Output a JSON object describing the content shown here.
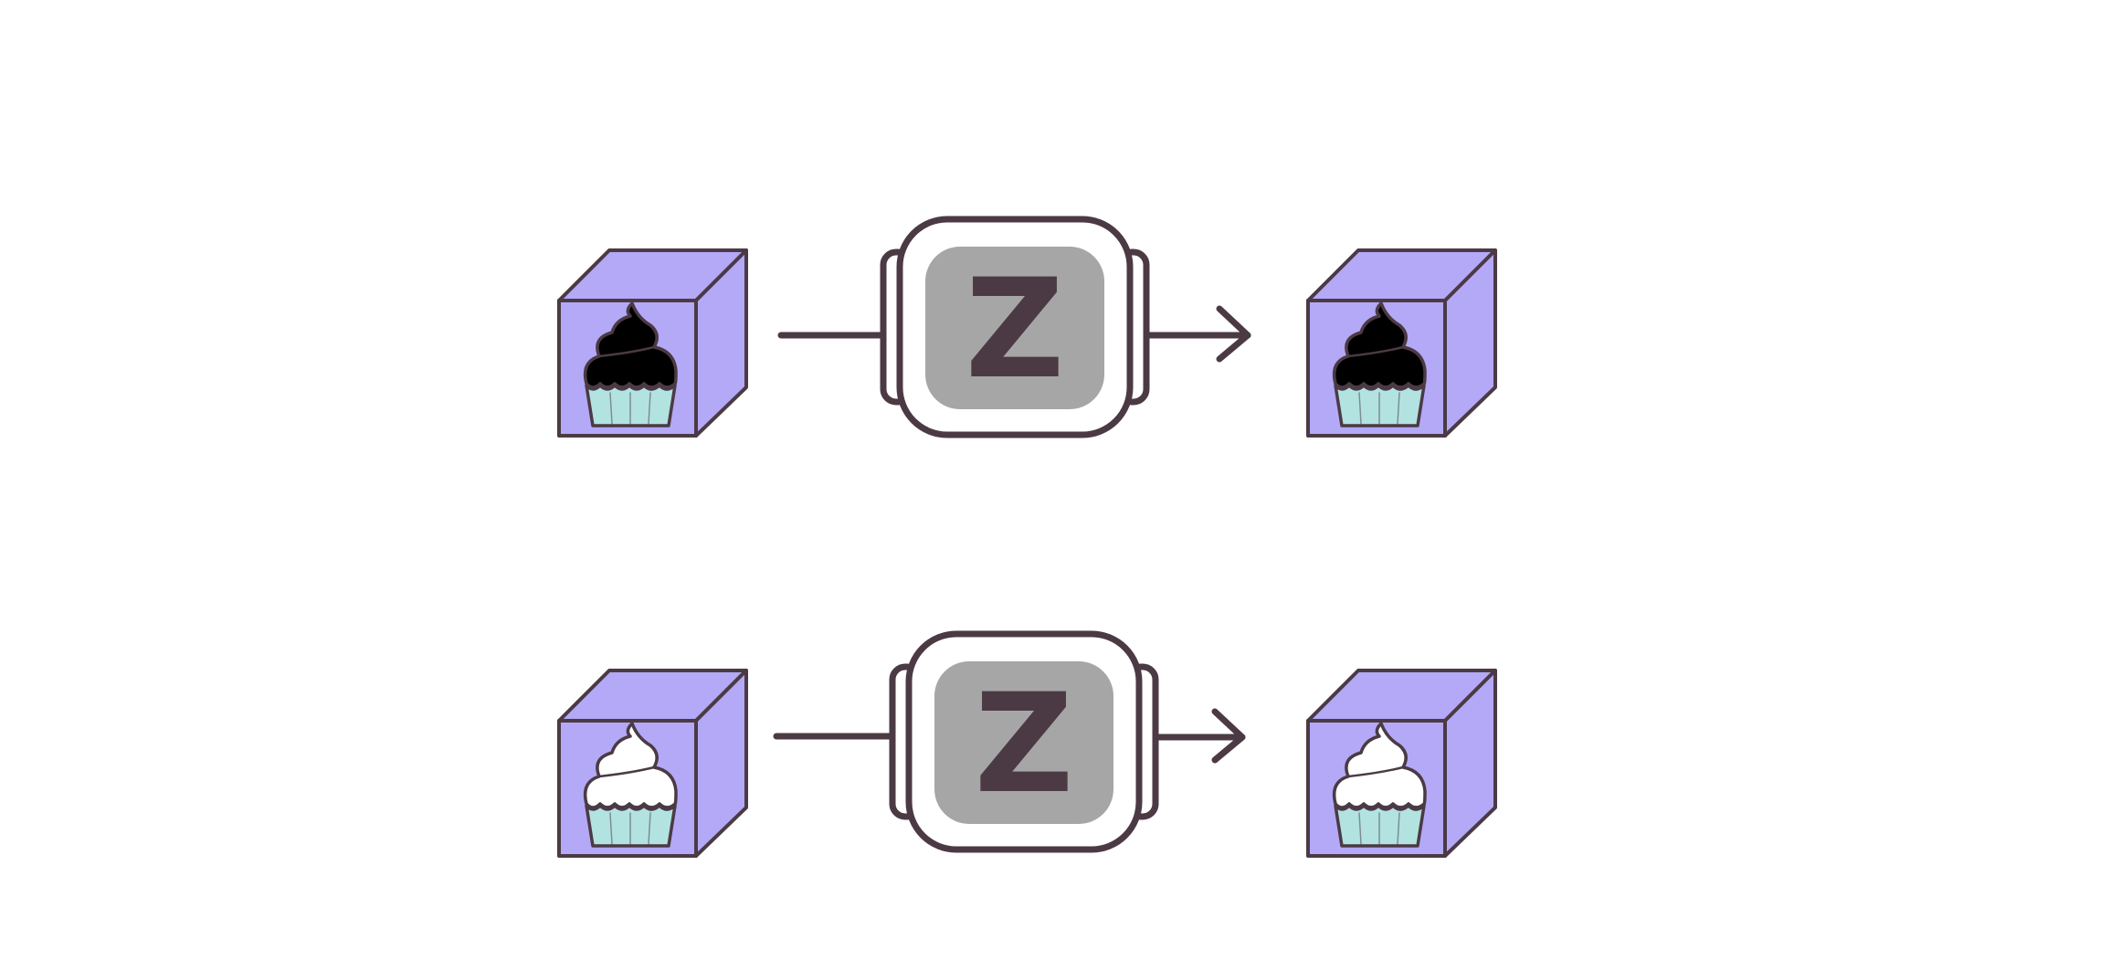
{
  "colors": {
    "outline": "#4b3a44",
    "box_front": "#b3a9f7",
    "box_side": "#b3a9f7",
    "cupcake_liner": "#b2e3e0",
    "frosting_dark": "#000000",
    "frosting_light": "#ffffff",
    "function_fill": "#a6a6a6",
    "function_rim": "#ffffff",
    "background": "#ffffff"
  },
  "rows": [
    {
      "input": {
        "frosting": "dark",
        "icon": "cupcake-dark-icon"
      },
      "function": {
        "symbol": "Z"
      },
      "output": {
        "frosting": "dark",
        "icon": "cupcake-dark-icon"
      }
    },
    {
      "input": {
        "frosting": "light",
        "icon": "cupcake-light-icon"
      },
      "function": {
        "symbol": "Z"
      },
      "output": {
        "frosting": "light",
        "icon": "cupcake-light-icon"
      }
    }
  ]
}
